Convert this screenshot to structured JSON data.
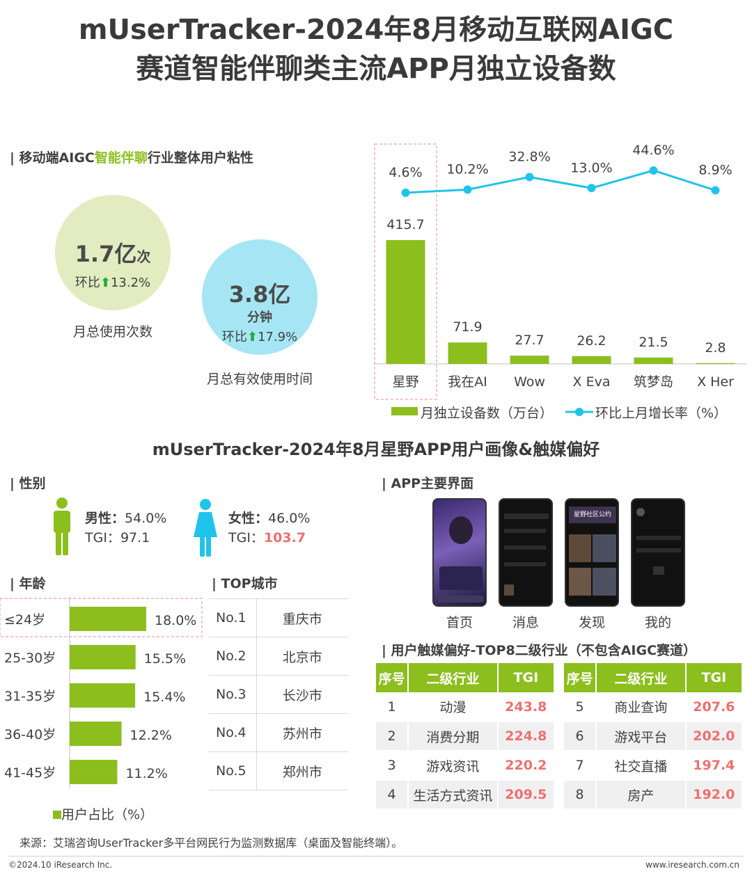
{
  "title_line1": "mUserTracker-2024年8月移动互联网AIGC",
  "title_line2": "赛道智能伴聊类主流APP月独立设备数",
  "stickiness": {
    "section_pre": "| 移动端AIGC",
    "section_highlight": "智能伴聊",
    "section_post": "行业整体用户粘性",
    "usage_count": {
      "value": "1.7亿",
      "unit": "次",
      "change_label": "环比",
      "change_value": "13.2%",
      "caption": "月总使用次数"
    },
    "usage_time": {
      "value": "3.8亿",
      "unit": "分钟",
      "change_label": "环比",
      "change_value": "17.9%",
      "caption": "月总有效使用时间"
    }
  },
  "chart_data": {
    "type": "bar",
    "categories": [
      "星野",
      "我在AI",
      "Wow",
      "X Eva",
      "筑梦岛",
      "X Her"
    ],
    "series": [
      {
        "name": "月独立设备数（万台）",
        "type": "bar",
        "values": [
          415.7,
          71.9,
          27.7,
          26.2,
          21.5,
          2.8
        ],
        "labels": [
          "415.7",
          "71.9",
          "27.7",
          "26.2",
          "21.5",
          "2.8"
        ],
        "color": "#8cbe1e"
      },
      {
        "name": "环比上月增长率（%）",
        "type": "line",
        "values": [
          4.6,
          10.2,
          32.8,
          13.0,
          44.6,
          8.9
        ],
        "labels": [
          "4.6%",
          "10.2%",
          "32.8%",
          "13.0%",
          "44.6%",
          "8.9%"
        ],
        "color": "#1fc4ea"
      }
    ],
    "highlight_category": "星野",
    "legend_position": "bottom"
  },
  "profile_title": "mUserTracker-2024年8月星野APP用户画像&触媒偏好",
  "gender": {
    "section": "| 性别",
    "male": {
      "label": "男性：",
      "pct": "54.0%",
      "tgi_label": "TGI：",
      "tgi": "97.1",
      "color": "#8cbe1e"
    },
    "female": {
      "label": "女性：",
      "pct": "46.0%",
      "tgi_label": "TGI：",
      "tgi": "103.7",
      "color": "#1fc4ea"
    }
  },
  "age_chart": {
    "section": "| 年龄",
    "type": "bar",
    "categories": [
      "≤24岁",
      "25-30岁",
      "31-35岁",
      "36-40岁",
      "41-45岁"
    ],
    "values": [
      18.0,
      15.5,
      15.4,
      12.2,
      11.2
    ],
    "labels": [
      "18.0%",
      "15.5%",
      "15.4%",
      "12.2%",
      "11.2%"
    ],
    "legend": "用户占比（%）",
    "highlight": "≤24岁"
  },
  "cities": {
    "section": "| TOP城市",
    "rows": [
      {
        "rank": "No.1",
        "city": "重庆市"
      },
      {
        "rank": "No.2",
        "city": "北京市"
      },
      {
        "rank": "No.3",
        "city": "长沙市"
      },
      {
        "rank": "No.4",
        "city": "苏州市"
      },
      {
        "rank": "No.5",
        "city": "郑州市"
      }
    ]
  },
  "app_ui": {
    "section": "| APP主要界面",
    "screens": [
      "首页",
      "消息",
      "发现",
      "我的"
    ],
    "discover_banner": "星野社区公约"
  },
  "media_pref": {
    "section": "| 用户触媒偏好-TOP8二级行业（不包含AIGC赛道）",
    "headers": [
      "序号",
      "二级行业",
      "TGI"
    ],
    "left": [
      {
        "no": "1",
        "industry": "动漫",
        "tgi": "243.8"
      },
      {
        "no": "2",
        "industry": "消费分期",
        "tgi": "224.8"
      },
      {
        "no": "3",
        "industry": "游戏资讯",
        "tgi": "220.2"
      },
      {
        "no": "4",
        "industry": "生活方式资讯",
        "tgi": "209.5"
      }
    ],
    "right": [
      {
        "no": "5",
        "industry": "商业查询",
        "tgi": "207.6"
      },
      {
        "no": "6",
        "industry": "游戏平台",
        "tgi": "202.0"
      },
      {
        "no": "7",
        "industry": "社交直播",
        "tgi": "197.4"
      },
      {
        "no": "8",
        "industry": "房产",
        "tgi": "192.0"
      }
    ]
  },
  "source": "来源：艾瑞咨询UserTracker多平台网民行为监测数据库（桌面及智能终端）。",
  "copyright": "©2024.10 iResearch Inc.",
  "website": "www.iresearch.com.cn"
}
